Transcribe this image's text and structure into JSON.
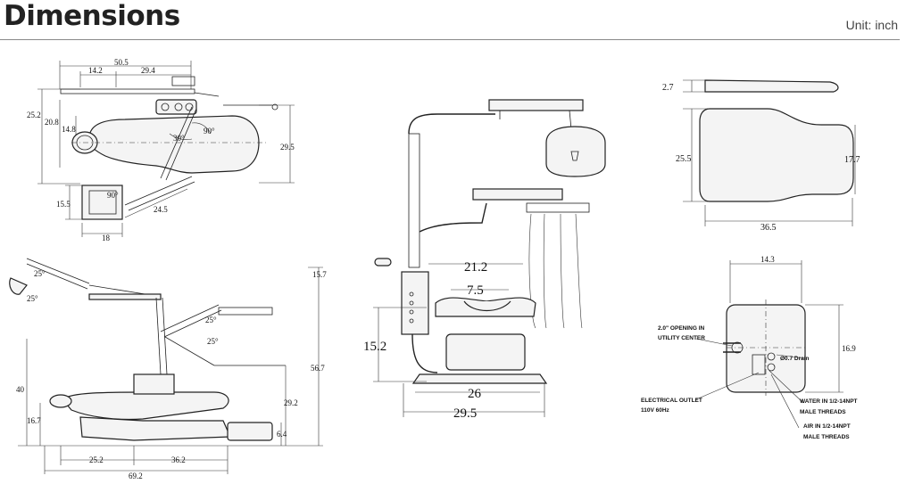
{
  "header": {
    "title": "Dimensions",
    "unit": "Unit: inch"
  },
  "top_view": {
    "dims": [
      "50.5",
      "14.2",
      "29.4",
      "25.2",
      "20.8",
      "14.8",
      "30°",
      "90°",
      "29.5",
      "15.5",
      "90°",
      "24.5",
      "18"
    ]
  },
  "side_view": {
    "dims": [
      "25°",
      "25°",
      "25°",
      "25°",
      "15.7",
      "56.7",
      "40",
      "29.2",
      "16.7",
      "6.4",
      "25.2",
      "36.2",
      "69.2"
    ]
  },
  "front_view": {
    "dims": [
      "21.2",
      "7.5",
      "15.2",
      "26",
      "29.5"
    ]
  },
  "seat_view": {
    "dims": [
      "2.7",
      "25.5",
      "17.7",
      "36.5"
    ]
  },
  "utility_box": {
    "dims": [
      "14.3",
      "16.9"
    ],
    "labels": {
      "opening_line1": "2.0\" OPENING IN",
      "opening_line2": "UTILITY CENTER",
      "drain": "Ø0.7 Drain",
      "electrical_line1": "ELECTRICAL OUTLET",
      "electrical_line2": "110V 60Hz",
      "water_line1": "WATER IN 1/2-14NPT",
      "water_line2": "MALE THREADS",
      "air_line1": "AIR IN 1/2-14NPT",
      "air_line2": "MALE THREADS"
    }
  }
}
